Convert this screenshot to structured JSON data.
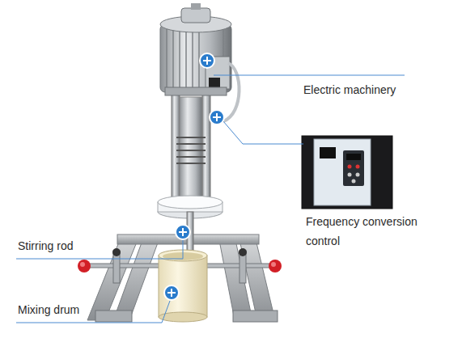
{
  "diagram": {
    "labels": [
      "Electric machinery",
      "Frequency conversion control",
      "Stirring rod",
      "Mixing drum"
    ]
  }
}
